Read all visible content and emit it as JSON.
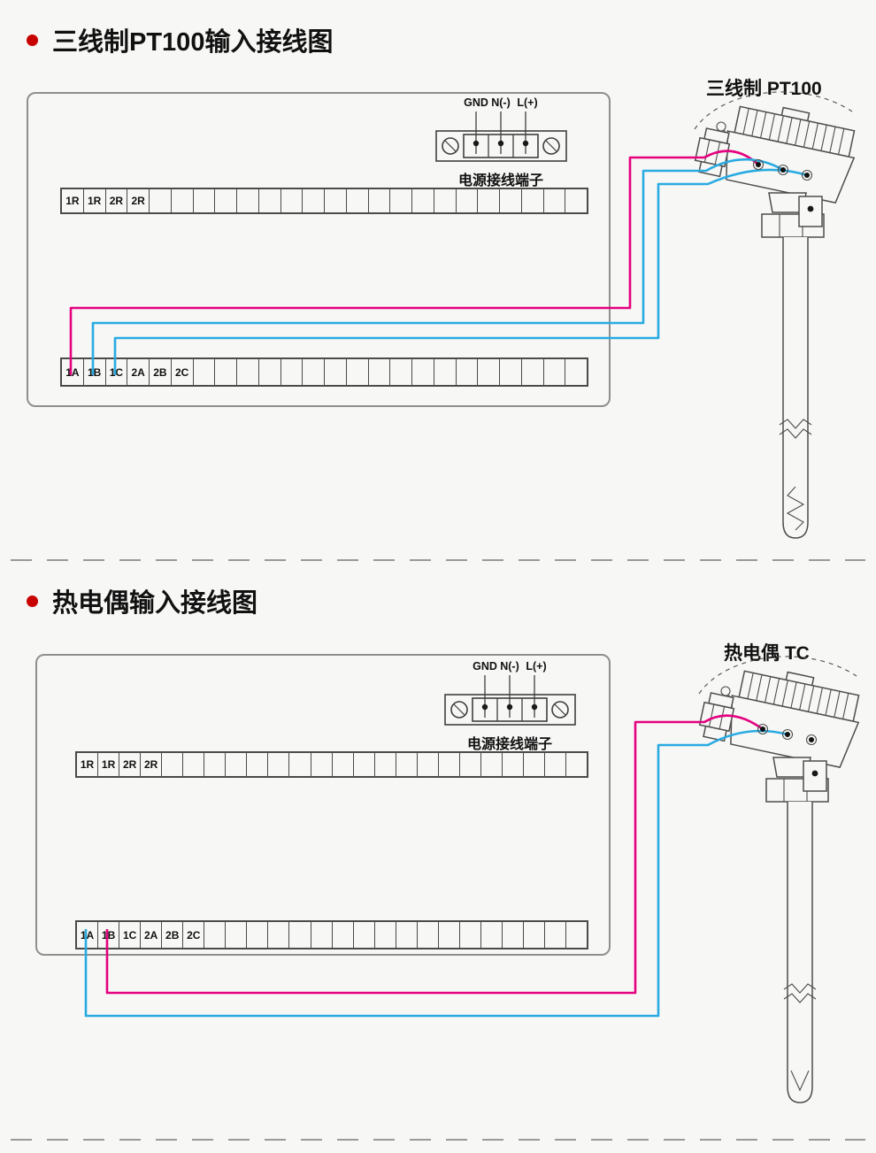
{
  "page": {
    "background": "#f7f7f5"
  },
  "colors": {
    "bullet_red": "#c80000",
    "wire_magenta": "#e4007f",
    "wire_cyan": "#29abe2",
    "diagram_line": "#4d4d4d"
  },
  "sections": [
    {
      "title": "三线制PT100输入接线图",
      "sensor_label": "三线制 PT100",
      "power_terminal": {
        "pin_labels": [
          "GND",
          "N(-)",
          "L(+)"
        ],
        "caption": "电源接线端子"
      },
      "relay_strip": {
        "labels": [
          "1R",
          "1R",
          "2R",
          "2R"
        ],
        "total": 24
      },
      "input_strip": {
        "labels": [
          "1A",
          "1B",
          "1C",
          "2A",
          "2B",
          "2C"
        ],
        "total": 24
      },
      "wired_terminals": [
        "1A",
        "1B",
        "1C"
      ]
    },
    {
      "title": "热电偶输入接线图",
      "sensor_label": "热电偶 TC",
      "power_terminal": {
        "pin_labels": [
          "GND",
          "N(-)",
          "L(+)"
        ],
        "caption": "电源接线端子"
      },
      "relay_strip": {
        "labels": [
          "1R",
          "1R",
          "2R",
          "2R"
        ],
        "total": 24
      },
      "input_strip": {
        "labels": [
          "1A",
          "1B",
          "1C",
          "2A",
          "2B",
          "2C"
        ],
        "total": 24
      },
      "wired_terminals": [
        "1A",
        "1B"
      ]
    }
  ]
}
